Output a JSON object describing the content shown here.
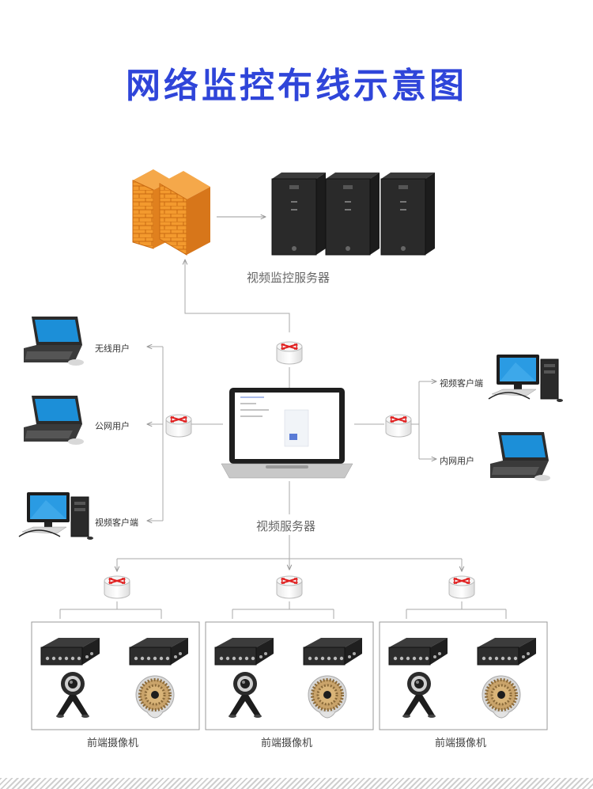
{
  "title": "网络监控布线示意图",
  "labels": {
    "monitor_servers": "视频监控服务器",
    "video_server": "视频服务器",
    "wireless_user": "无线用户",
    "public_user": "公网用户",
    "video_client_left": "视频客户端",
    "video_client_right": "视频客户端",
    "intranet_user": "内网用户",
    "front_camera_1": "前端摄像机",
    "front_camera_2": "前端摄像机",
    "front_camera_3": "前端摄像机"
  },
  "icons": [
    "firewall-icon",
    "server-tower-icon",
    "router-icon",
    "laptop-icon",
    "desktop-icon",
    "encoder-box-icon",
    "webcam-icon",
    "ir-camera-icon"
  ],
  "colors": {
    "title": "#2f45d9",
    "line": "#aaaaaa",
    "firewall": "#f08a24",
    "router_arrow": "#e02020"
  }
}
